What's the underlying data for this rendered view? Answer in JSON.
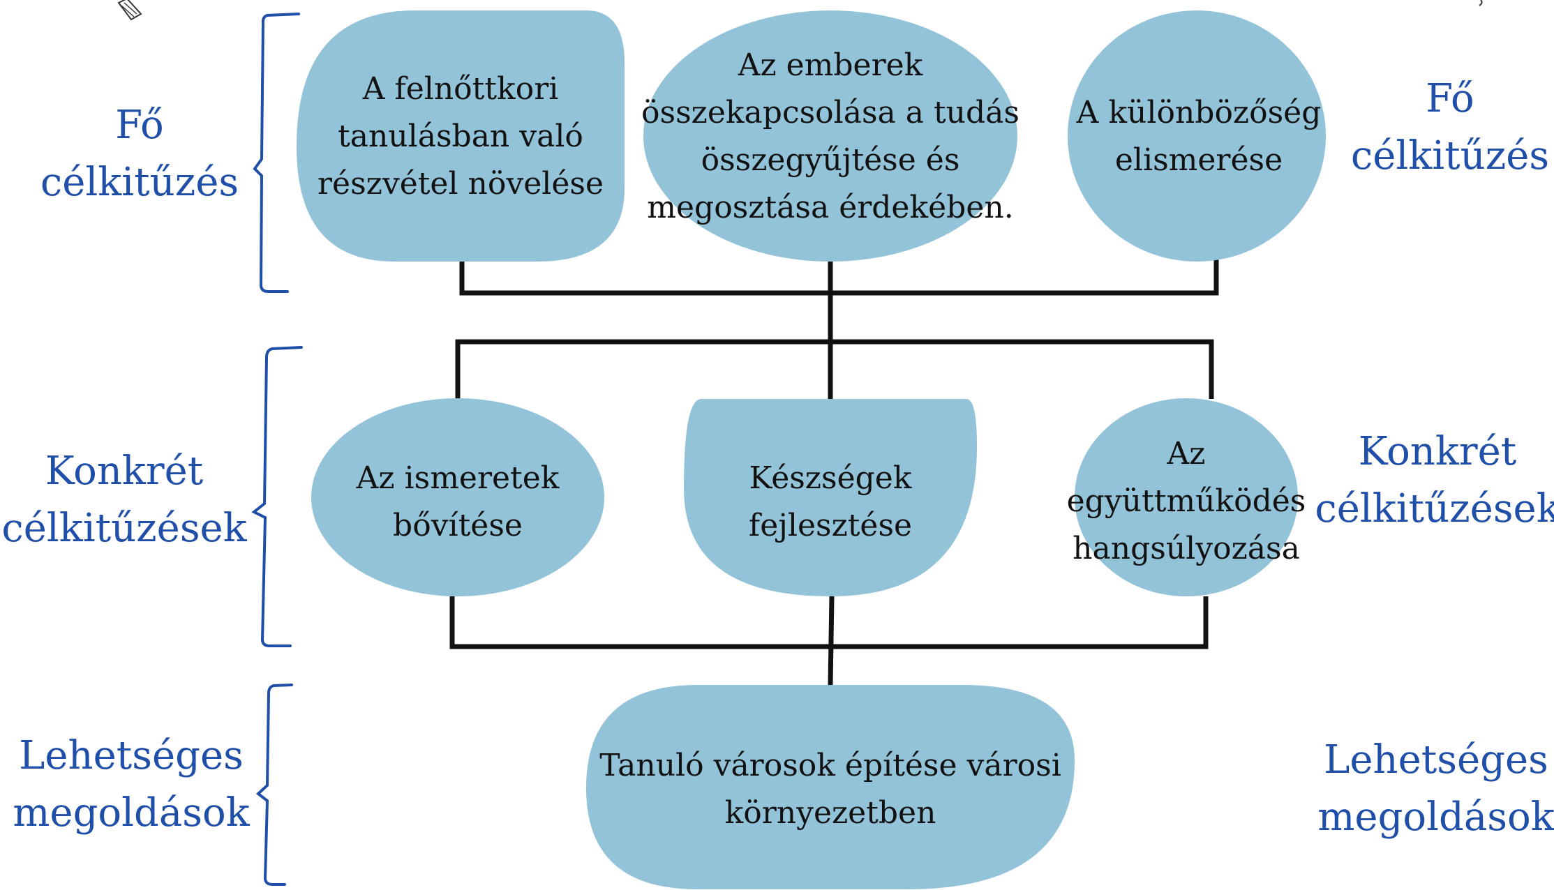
{
  "colors": {
    "node_fill": "#93c3d8",
    "connector": "#111111",
    "label_text": "#1f4fa8",
    "bracket": "#1f4fa8",
    "node_text": "#111111"
  },
  "levels": [
    {
      "id": "main",
      "label_left": [
        "Fő",
        "célkitűzés"
      ],
      "label_right": [
        "Fő",
        "célkitűzés"
      ]
    },
    {
      "id": "specific",
      "label_left": [
        "Konkrét",
        "célkitűzések"
      ],
      "label_right": [
        "Konkrét",
        "célkitűzések"
      ]
    },
    {
      "id": "solutions",
      "label_left": [
        "Lehetséges",
        "megoldások"
      ],
      "label_right": [
        "Lehetséges",
        "megoldások"
      ]
    }
  ],
  "nodes": {
    "main": [
      {
        "lines": [
          "A felnőttkori",
          "tanulásban való",
          "részvétel növelése"
        ]
      },
      {
        "lines": [
          "Az emberek",
          "összekapcsolása a tudás",
          "összegyűjtése és",
          "megosztása érdekében."
        ]
      },
      {
        "lines": [
          "A különbözőség",
          "elismerése"
        ]
      }
    ],
    "specific": [
      {
        "lines": [
          "Az ismeretek",
          "bővítése"
        ]
      },
      {
        "lines": [
          "Készségek",
          "fejlesztése"
        ]
      },
      {
        "lines": [
          "Az",
          "együttműködés",
          "hangsúlyozása"
        ]
      }
    ],
    "solutions": [
      {
        "lines": [
          "Tanuló városok építése városi",
          "környezetben"
        ]
      }
    ]
  },
  "icons": {
    "corner_pencil": "pencil-icon"
  }
}
